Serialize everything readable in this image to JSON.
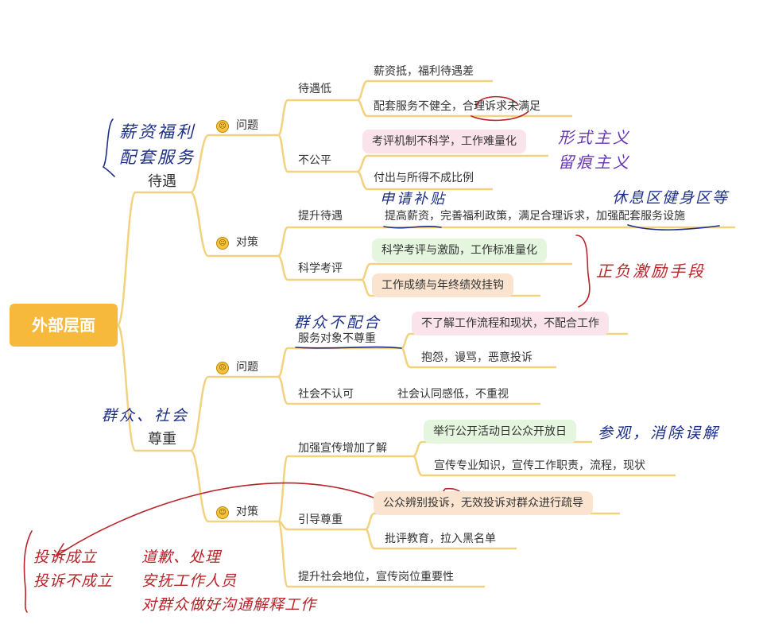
{
  "root": {
    "label": "外部层面"
  },
  "branch1": {
    "label": "待遇",
    "problem": {
      "label": "问题",
      "items": [
        {
          "label": "待遇低",
          "children": [
            "薪资抵，福利待遇差",
            "配套服务不健全，合理诉求未满足"
          ]
        },
        {
          "label": "不公平",
          "children": [
            "考评机制不科学，工作难量化",
            "付出与所得不成比例"
          ]
        }
      ]
    },
    "measure": {
      "label": "对策",
      "items": [
        {
          "label": "提升待遇",
          "children": [
            "提高薪资，完善福利政策，满足合理诉求，加强配套服务设施"
          ]
        },
        {
          "label": "科学考评",
          "children": [
            "科学考评与激励，工作标准量化",
            "工作成绩与年终绩效挂钩"
          ]
        }
      ]
    }
  },
  "branch2": {
    "label": "尊重",
    "problem": {
      "label": "问题",
      "items": [
        {
          "label": "服务对象不尊重",
          "children": [
            "不了解工作流程和现状，不配合工作",
            "抱怨，谩骂，恶意投诉"
          ]
        },
        {
          "label": "社会不认可",
          "children": [
            "社会认同感低，不重视"
          ]
        }
      ]
    },
    "measure": {
      "label": "对策",
      "items": [
        {
          "label": "加强宣传增加了解",
          "children": [
            "举行公开活动日公众开放日",
            "宣传专业知识，宣传工作职责，流程，现状"
          ]
        },
        {
          "label": "引导尊重",
          "children": [
            "公众辨别投诉，无效投诉对群众进行疏导",
            "批评教育，拉入黑名单"
          ]
        },
        {
          "label": "提升社会地位，宣传岗位重要性",
          "children": []
        }
      ]
    }
  },
  "handwriting": {
    "note1_line1": "薪资福利",
    "note1_line2": "配套服务",
    "note2_line1": "形式主义",
    "note2_line2": "留痕主义",
    "note3": "申请补贴",
    "note4": "休息区健身区等",
    "note5": "正负激励手段",
    "note6": "群众不配合",
    "note7": "群众、社会",
    "note8": "参观，消除误解",
    "note9_line1": "投诉成立",
    "note9_line2": "投诉不成立",
    "note9_line3": "道歉、处理",
    "note9_line4": "安抚工作人员",
    "note9_line5": "对群众做好沟通解释工作"
  },
  "colors": {
    "root": "#f6b93b",
    "connector": "#f2d27e",
    "pink": "#fbe3ec",
    "green": "#e4f6de",
    "peach": "#fbe4cf",
    "ink_blue": "#1d2f8a",
    "ink_red": "#b8252a",
    "ink_violet": "#6a36b8"
  },
  "icons": {
    "problem_icon": "worried-face-icon",
    "measure_icon": "grin-face-icon"
  }
}
